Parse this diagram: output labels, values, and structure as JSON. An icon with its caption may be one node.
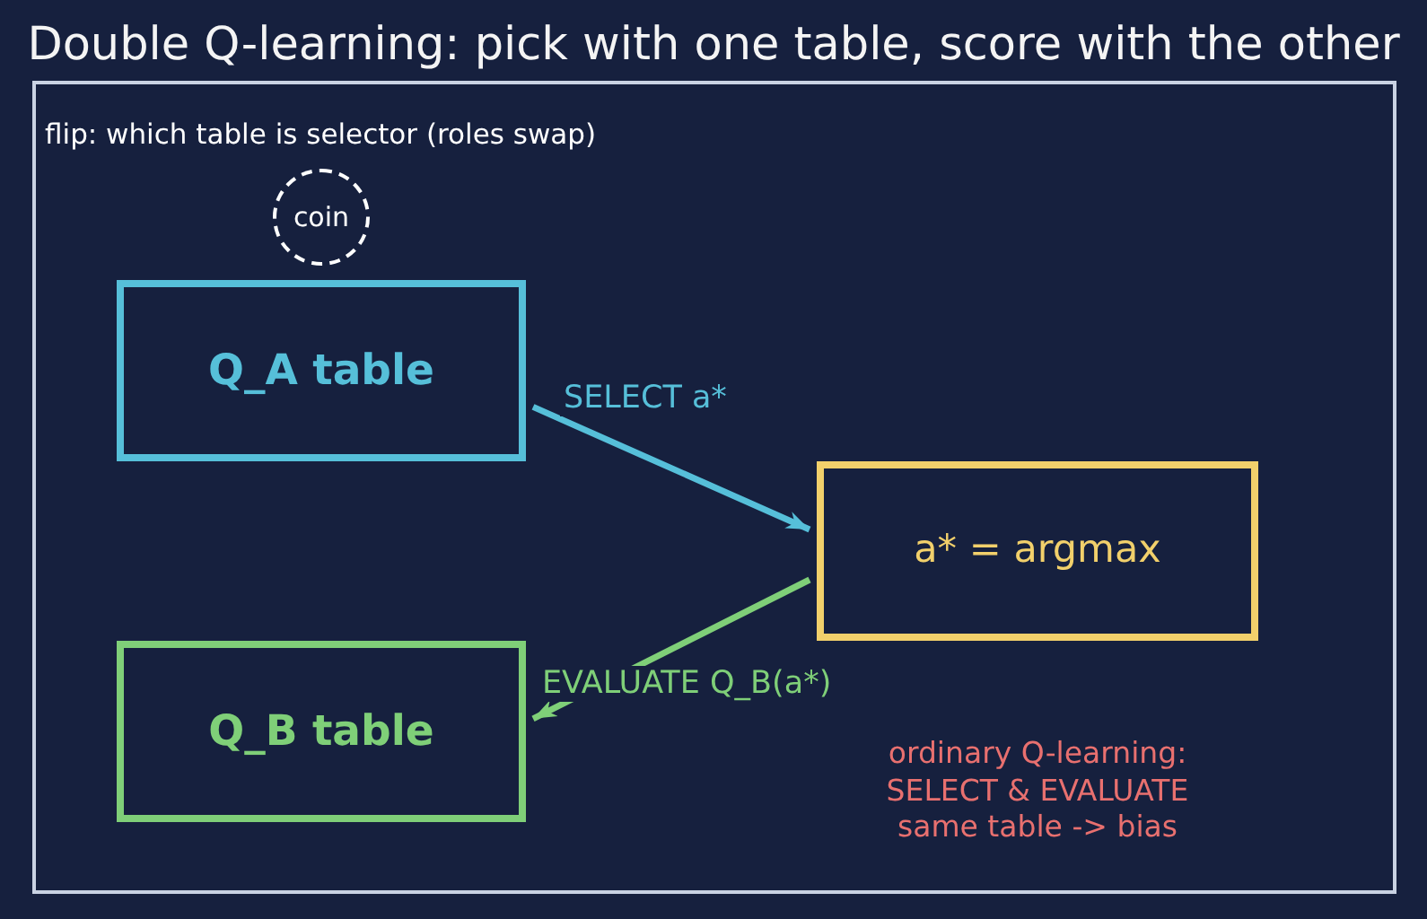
{
  "diagram": {
    "title": "Double Q-learning: pick with one table, score with the other",
    "nodes": [
      {
        "text": [
          "coin"
        ],
        "beside": [
          "flip: which table is selector (roles swap)"
        ]
      },
      {
        "text": [
          "Q_A table"
        ]
      },
      {
        "text": [
          "a* = argmax"
        ]
      },
      {
        "text": [
          "Q_B table"
        ]
      }
    ],
    "edges": [
      {
        "from": 1,
        "to": 2,
        "arrow": "to",
        "label": "SELECT a*",
        "color": "#56bfd9"
      },
      {
        "from": 2,
        "to": 3,
        "arrow": "to",
        "label": "EVALUATE Q_B(a*)",
        "color": "#7fcf78"
      }
    ],
    "labels": [
      "ordinary Q-learning: SELECT & EVALUATE same table -> bias"
    ]
  }
}
